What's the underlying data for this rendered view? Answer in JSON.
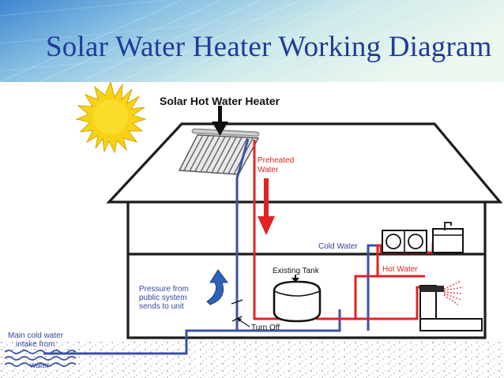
{
  "title": "Solar Water Heater Working Diagram",
  "labels": {
    "solar_heater": "Solar Hot Water Heater",
    "preheated_line1": "Preheated",
    "preheated_line2": "Water",
    "cold_water": "Cold Water",
    "hot_water": "Hot Water",
    "existing_tank": "Existing Tank",
    "pressure_line1": "Pressure from",
    "pressure_line2": "public system",
    "pressure_line3": "sends to unit",
    "turn_off": "Turn Off",
    "main_line1": "Main cold water",
    "main_line2": "intake from",
    "main_line3": "water"
  },
  "icons": [
    "sun-icon",
    "solar-panel-icon",
    "washing-machine-icon",
    "sink-icon",
    "shower-icon",
    "water-tank-icon",
    "valve-icon"
  ],
  "colors": {
    "title": "#1f3c99",
    "banner_from": "#3d83cf",
    "banner_to": "#eef8f0",
    "hot_pipe": "#e02424",
    "cold_pipe": "#3a52a4",
    "sun": "#f7d216",
    "label_red": "#e02424",
    "label_blue": "#34479a"
  }
}
